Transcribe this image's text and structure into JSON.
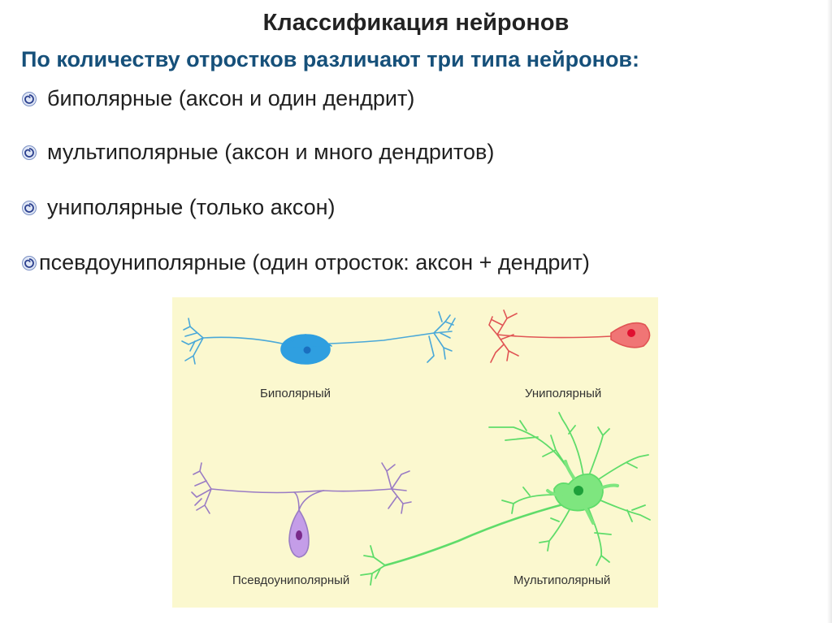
{
  "title": "Классификация нейронов",
  "subtitle": "По количеству отростков различают три типа нейронов:",
  "bullets": [
    "биполярные (аксон и один дендрит)",
    "мультиполярные (аксон и много дендритов)",
    "униполярные (только аксон)",
    "псевдоуниполярные (один отросток: аксон + дендрит)"
  ],
  "diagram": {
    "background": "#fbf8cf",
    "neurons": [
      {
        "label": "Биполярный",
        "color": "#4aa8d8",
        "body_color": "#2f9fe0",
        "nucleus_color": "#1a6fc0"
      },
      {
        "label": "Униполярный",
        "color": "#e05454",
        "body_color": "#f07575",
        "nucleus_color": "#e01030"
      },
      {
        "label": "Псевдоуниполярный",
        "color": "#9a7cc4",
        "body_color": "#c49de8",
        "nucleus_color": "#7a2a8a"
      },
      {
        "label": "Мультиполярный",
        "color": "#5fdc6a",
        "body_color": "#7ee67f",
        "nucleus_color": "#1ea03a"
      }
    ]
  },
  "icon": "spiral-bullet-icon"
}
